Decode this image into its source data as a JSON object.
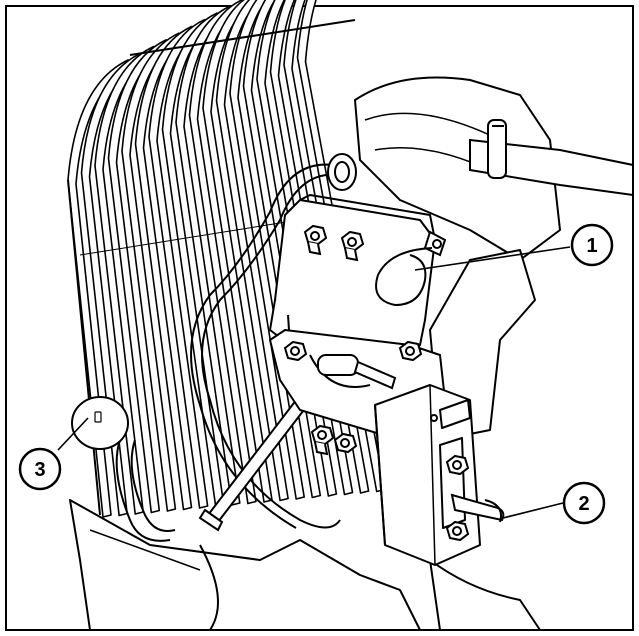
{
  "callouts": {
    "c1": {
      "label": "1"
    },
    "c2": {
      "label": "2"
    },
    "c3": {
      "label": "3"
    }
  },
  "palette": {
    "ink": "#000000",
    "paper": "#ffffff",
    "shade": "#e6e6e6"
  }
}
